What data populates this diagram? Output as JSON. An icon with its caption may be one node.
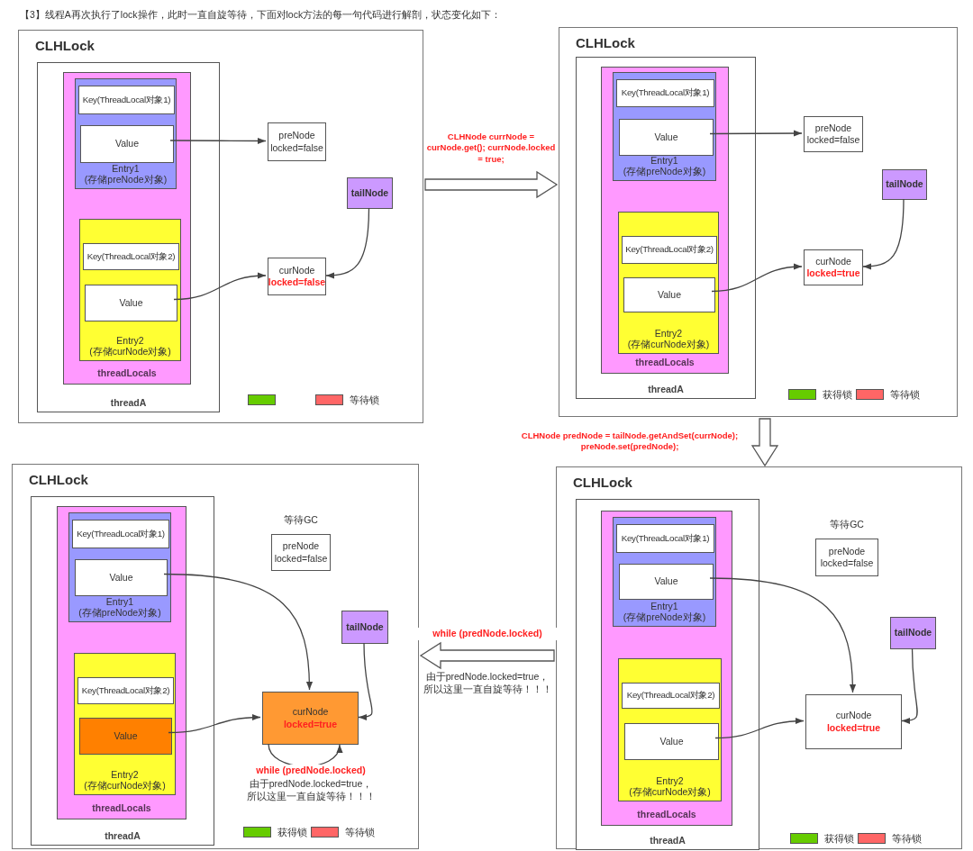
{
  "diagram": {
    "title": "【3】线程A再次执行了lock操作，此时一直自旋等待，下面对lock方法的每一句代码进行解剖，状态变化如下：",
    "nodes": [
      {
        "text": [
          "CLHLock"
        ]
      },
      {
        "text": [
          "threadA"
        ],
        "in": 0
      },
      {
        "text": [
          "threadLocals"
        ],
        "in": 1
      },
      {
        "text": [
          "Entry1 (存储preNode对象)"
        ],
        "in": 2
      },
      {
        "text": [
          "Key(ThreadLocal对象1)"
        ],
        "in": 3
      },
      {
        "text": [
          "Value"
        ],
        "in": 3
      },
      {
        "text": [
          "Entry2 (存储curNode对象)"
        ],
        "in": 2
      },
      {
        "text": [
          "Key(ThreadLocal对象2)"
        ],
        "in": 6
      },
      {
        "text": [
          "Value"
        ],
        "in": 6
      },
      {
        "text": [
          "preNode",
          "locked=false"
        ],
        "in": 0
      },
      {
        "text": [
          "tailNode"
        ],
        "in": 0
      },
      {
        "text": [
          "curNode",
          "locked=false"
        ],
        "in": 0
      },
      {
        "text": [
          "CLHLock"
        ]
      },
      {
        "text": [
          "threadA"
        ],
        "in": 12
      },
      {
        "text": [
          "threadLocals"
        ],
        "in": 13
      },
      {
        "text": [
          "Entry1 (存储preNode对象)"
        ],
        "in": 14
      },
      {
        "text": [
          "Key(ThreadLocal对象1)"
        ],
        "in": 15
      },
      {
        "text": [
          "Value"
        ],
        "in": 15
      },
      {
        "text": [
          "Entry2 (存储curNode对象)"
        ],
        "in": 14
      },
      {
        "text": [
          "Key(ThreadLocal对象2)"
        ],
        "in": 18
      },
      {
        "text": [
          "Value"
        ],
        "in": 18
      },
      {
        "text": [
          "preNode",
          "locked=false"
        ],
        "in": 12
      },
      {
        "text": [
          "tailNode"
        ],
        "in": 12
      },
      {
        "text": [
          "curNode",
          "locked=true"
        ],
        "in": 12
      },
      {
        "text": [
          "CLHLock"
        ]
      },
      {
        "text": [
          "threadA"
        ],
        "in": 24
      },
      {
        "text": [
          "threadLocals"
        ],
        "in": 25
      },
      {
        "text": [
          "Entry1 (存储preNode对象)"
        ],
        "in": 26
      },
      {
        "text": [
          "Key(ThreadLocal对象1)"
        ],
        "in": 27
      },
      {
        "text": [
          "Value"
        ],
        "in": 27
      },
      {
        "text": [
          "Entry2 (存储curNode对象)"
        ],
        "in": 26
      },
      {
        "text": [
          "Key(ThreadLocal对象2)"
        ],
        "in": 30
      },
      {
        "text": [
          "Value"
        ],
        "in": 30
      },
      {
        "text": [
          "preNode",
          "locked=false"
        ],
        "in": 24,
        "beside": [
          "等待GC"
        ]
      },
      {
        "text": [
          "tailNode"
        ],
        "in": 24
      },
      {
        "text": [
          "curNode",
          "locked=true"
        ],
        "in": 24
      },
      {
        "text": [
          "CLHLock"
        ]
      },
      {
        "text": [
          "threadA"
        ],
        "in": 36
      },
      {
        "text": [
          "threadLocals"
        ],
        "in": 37
      },
      {
        "text": [
          "Entry1 (存储preNode对象)"
        ],
        "in": 38
      },
      {
        "text": [
          "Key(ThreadLocal对象1)"
        ],
        "in": 39
      },
      {
        "text": [
          "Value"
        ],
        "in": 39
      },
      {
        "text": [
          "Entry2 (存储curNode对象)"
        ],
        "in": 38
      },
      {
        "text": [
          "Key(ThreadLocal对象2)"
        ],
        "in": 42
      },
      {
        "text": [
          "Value"
        ],
        "in": 42
      },
      {
        "text": [
          "preNode",
          "locked=false"
        ],
        "in": 36,
        "beside": [
          "等待GC"
        ]
      },
      {
        "text": [
          "tailNode"
        ],
        "in": 36
      },
      {
        "text": [
          "curNode",
          "locked=true"
        ],
        "in": 36
      }
    ],
    "edges": [
      {
        "from": 5,
        "to": 9,
        "arrow": "to"
      },
      {
        "from": 8,
        "to": 11,
        "arrow": "to"
      },
      {
        "from": 10,
        "to": 11,
        "arrow": "to"
      },
      {
        "from": 0,
        "to": 12,
        "arrow": "to",
        "label": "CLHNode currNode = curNode.get(); currNode.locked = true;"
      },
      {
        "from": 17,
        "to": 21,
        "arrow": "to"
      },
      {
        "from": 20,
        "to": 23,
        "arrow": "to"
      },
      {
        "from": 22,
        "to": 23,
        "arrow": "to"
      },
      {
        "from": 12,
        "to": 36,
        "arrow": "to",
        "label": "CLHNode predNode = tailNode.getAndSet(currNode); preNode.set(predNode);"
      },
      {
        "from": 41,
        "to": 47,
        "arrow": "to"
      },
      {
        "from": 44,
        "to": 47,
        "arrow": "to"
      },
      {
        "from": 46,
        "to": 47,
        "arrow": "to"
      },
      {
        "from": 36,
        "to": 24,
        "arrow": "to",
        "label": "while (predNode.locked)"
      },
      {
        "from": 29,
        "to": 35,
        "arrow": "to"
      },
      {
        "from": 32,
        "to": 35,
        "arrow": "to"
      },
      {
        "from": 34,
        "to": 35,
        "arrow": "to"
      },
      {
        "from": 35,
        "to": 35,
        "arrow": "to",
        "label": "while (predNode.locked)"
      }
    ],
    "labels": [
      "由于predNode.locked=true，所以这里一直自旋等待！！！",
      "由于predNode.locked=true，所以这里一直自旋等待！！！"
    ],
    "legend": [
      {
        "text": "等待锁",
        "color": "#ff6666"
      },
      {
        "text": "获得锁",
        "color": "#66cc00"
      },
      {
        "text": "等待锁",
        "color": "#ff6666"
      },
      {
        "text": "获得锁",
        "color": "#66cc00"
      },
      {
        "text": "等待锁",
        "color": "#ff6666"
      },
      {
        "text": "获得锁",
        "color": "#66cc00"
      },
      {
        "text": "等待锁",
        "color": "#ff6666"
      }
    ]
  }
}
